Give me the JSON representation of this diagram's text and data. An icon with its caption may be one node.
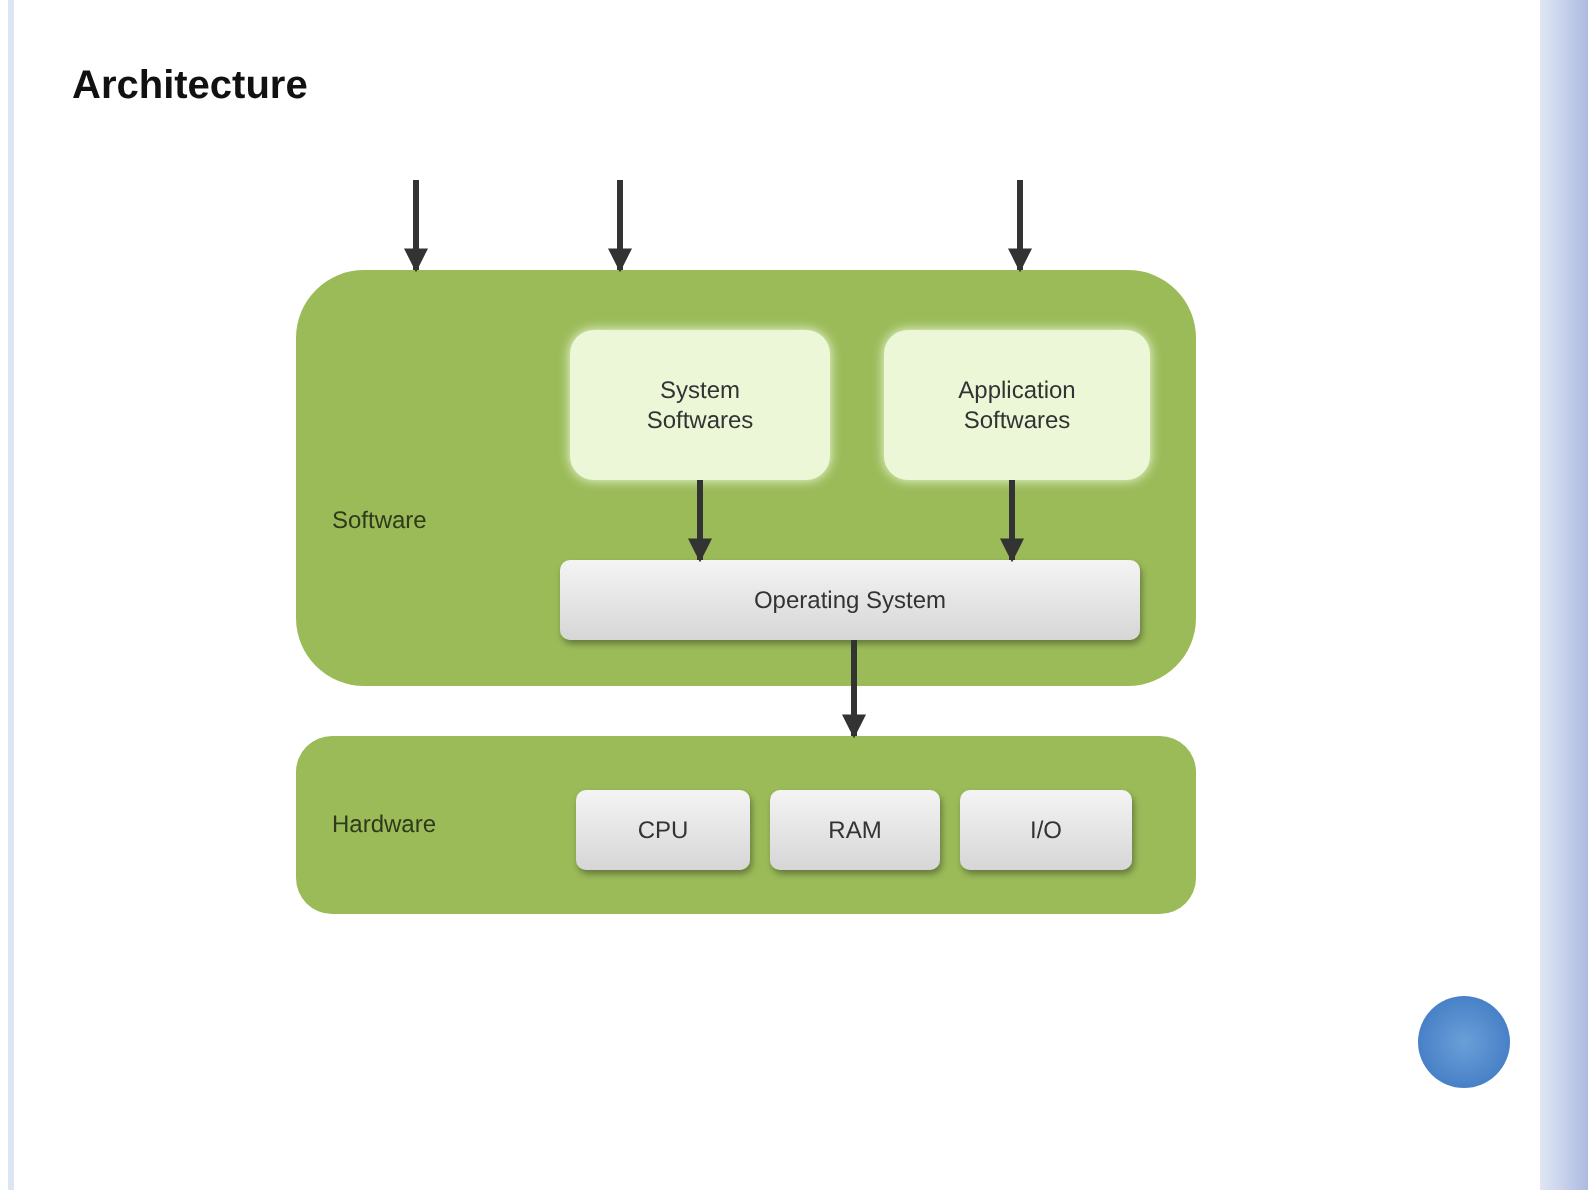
{
  "diagram": {
    "title": "Architecture",
    "nodes": [
      {
        "text": [
          "Software"
        ]
      },
      {
        "text": [
          "System Softwares"
        ],
        "in": 0
      },
      {
        "text": [
          "Application Softwares"
        ],
        "in": 0
      },
      {
        "text": [
          "Operating System"
        ],
        "in": 0
      },
      {
        "text": [
          "Hardware"
        ]
      },
      {
        "text": [
          "CPU"
        ],
        "in": 4
      },
      {
        "text": [
          "RAM"
        ],
        "in": 4
      },
      {
        "text": [
          "I/O"
        ],
        "in": 4
      }
    ],
    "edges": [
      {
        "from": null,
        "to": 0,
        "arrow": "to"
      },
      {
        "from": null,
        "to": 0,
        "arrow": "to"
      },
      {
        "from": null,
        "to": 0,
        "arrow": "to"
      },
      {
        "from": 1,
        "to": 3,
        "arrow": "to"
      },
      {
        "from": 2,
        "to": 3,
        "arrow": "to"
      },
      {
        "from": 3,
        "to": 4,
        "arrow": "to"
      }
    ]
  }
}
